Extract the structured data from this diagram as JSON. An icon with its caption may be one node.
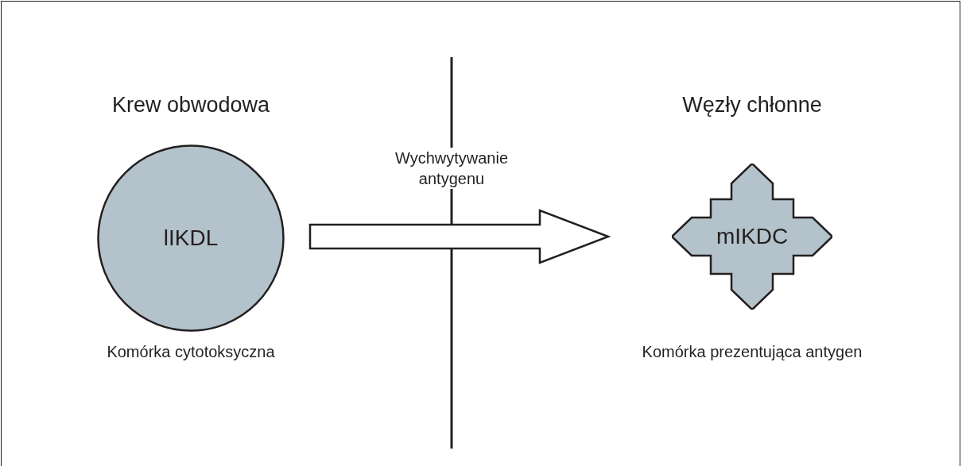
{
  "diagram": {
    "nodes": [
      {
        "text": [
          "lIKDL"
        ],
        "beside": [
          "Krew obwodowa",
          "Komórka cytotoksyczna"
        ]
      },
      {
        "text": [
          "mIKDC"
        ],
        "beside": [
          "Węzły chłonne",
          "Komórka prezentująca antygen"
        ]
      }
    ],
    "edges": [
      {
        "from": 0,
        "to": 1,
        "arrow": "to",
        "label": "Wychwytywanie antygenu",
        "style": "thick"
      }
    ]
  }
}
